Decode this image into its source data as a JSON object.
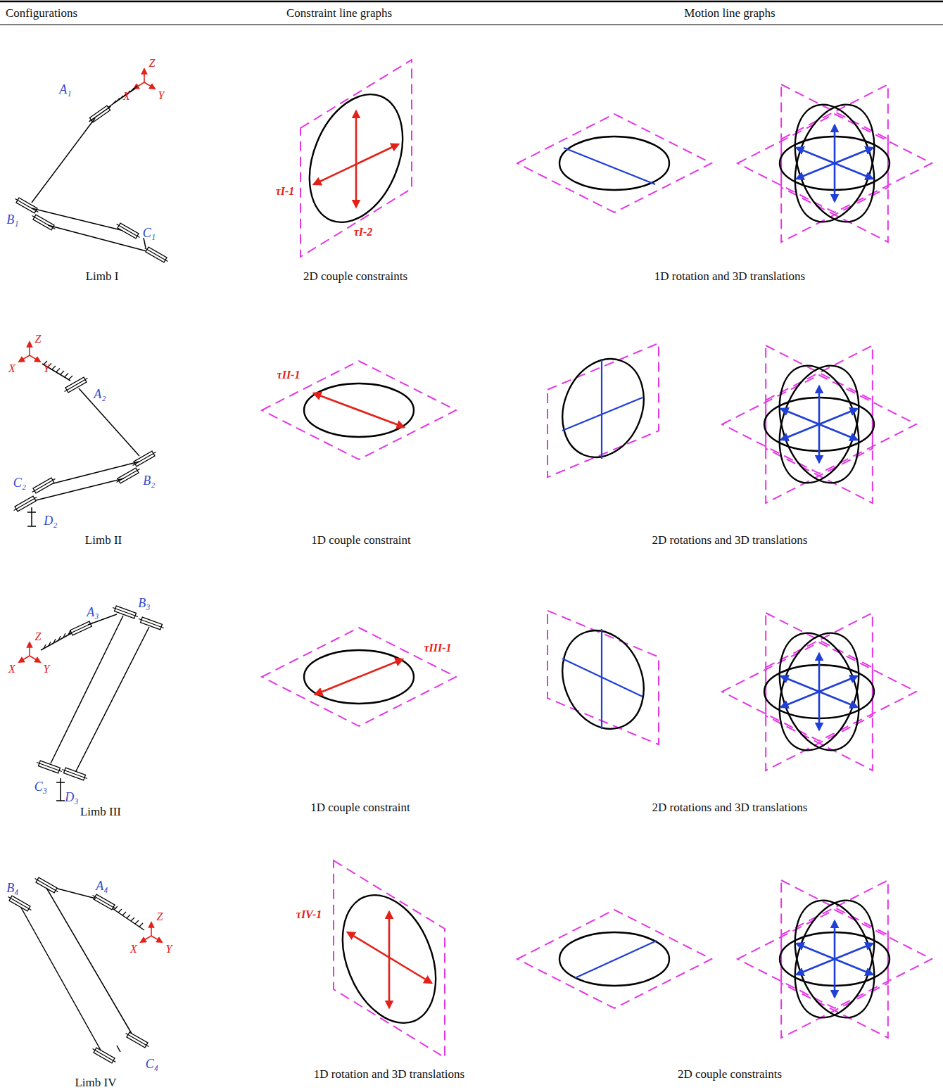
{
  "diagram": {
    "labels": [
      "Configurations",
      "Constraint line graphs",
      "Motion line graphs",
      "Z",
      "X",
      "Y",
      "A₁",
      "B₁",
      "C₁",
      "Limb I",
      "τI-1",
      "τI-2",
      "2D couple constraints",
      "1D rotation and 3D translations",
      "Z",
      "X",
      "Y",
      "A₂",
      "B₂",
      "C₂",
      "D₂",
      "Limb II",
      "τII-1",
      "1D couple constraint",
      "2D rotations and 3D translations",
      "Z",
      "X",
      "Y",
      "A₃",
      "B₃",
      "C₃",
      "D₃",
      "Limb III",
      "τIII-1",
      "1D couple constraint",
      "2D rotations and 3D translations",
      "Z",
      "X",
      "Y",
      "B₄",
      "A₄",
      "C₄",
      "Limb IV",
      "τIV-1",
      "1D rotation and 3D translations",
      "2D couple constraints"
    ]
  }
}
